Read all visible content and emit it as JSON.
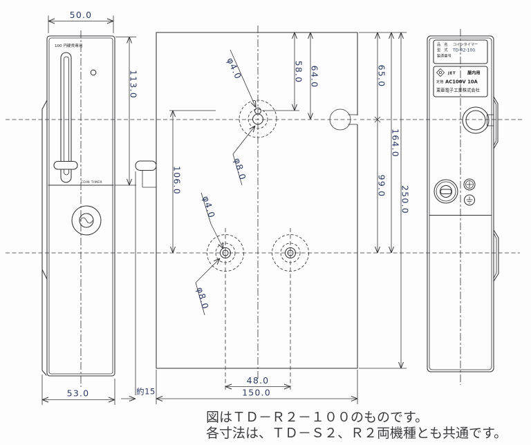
{
  "front_view": {
    "coin_slot_label": "100 円硬貨専用",
    "panel_label": "COIN TIMER",
    "dim_width_top": "50.0",
    "dim_width_bottom": "53.0",
    "dim_height_upper": "113.0"
  },
  "back_view": {
    "dim_hole_top_small": "φ4.0",
    "dim_hole_top_large": "φ8.0",
    "dim_hole_bottom_small": "φ4.0",
    "dim_hole_bottom_large": "φ8.0",
    "dim_top_to_small_hole": "58.0",
    "dim_top_to_center": "64.0",
    "dim_top_to_centerline_right": "65.0",
    "dim_centerline_to_lower_holes": "99.0",
    "dim_small_hole_to_lower_holes": "106.0",
    "dim_top_to_lower_holes": "164.0",
    "dim_total_height": "250.0",
    "dim_lower_hole_spacing": "48.0",
    "dim_total_width": "150.0",
    "dim_lever_protrusion": "約15"
  },
  "side_view": {
    "nameplate": {
      "row1_label": "品　名",
      "row1_value": "コインタイマー",
      "row2_label": "型　式",
      "row2_value": "TD-R2-100",
      "row3_label": "製造番号"
    },
    "rating_plate": {
      "cert_mark": "JET",
      "usage": "屋内用",
      "rating_label": "定格",
      "rating_value": "AC100V 10A",
      "company": "東亜電子工業株式会社"
    }
  },
  "notes": {
    "line1": "図はＴＤ－Ｒ２－１００のものです。",
    "line2": "各寸法は、ＴＤ－Ｓ２、Ｒ２両機種とも共通です。"
  },
  "colors": {
    "line": "#303034",
    "dimension_text": "#2b3965",
    "background": "#fdfdfd"
  }
}
